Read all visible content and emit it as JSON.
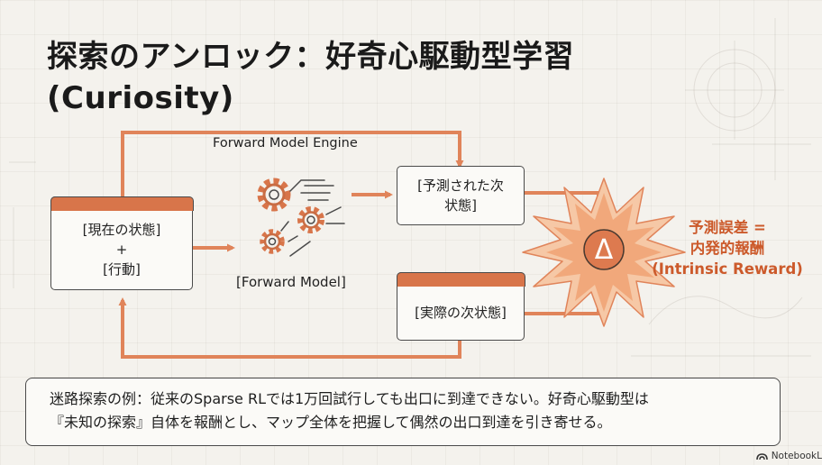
{
  "title": {
    "line1": "探索のアンロック：好奇心駆動型学習",
    "line2": "(Curiosity)"
  },
  "diagram": {
    "engine_label": "Forward Model Engine",
    "model_label": "[Forward Model]",
    "current_state": "[現在の状態]\n+\n[行動]",
    "predicted_state": "[予測された次\n状態]",
    "actual_state": "[実際の次状態]",
    "delta_symbol": "Δ",
    "reward_line1": "予測誤差 =",
    "reward_line2": "内発的報酬",
    "reward_line3": "(Intrinsic Reward)"
  },
  "note": {
    "line1": "迷路探索の例：従来のSparse RLでは1万回試行しても出口に到達できない。好奇心駆動型は",
    "line2": "『未知の探索』自体を報酬とし、マップ全体を把握して偶然の出口到達を引き寄せる。"
  },
  "brand": {
    "name": "NotebookL",
    "icon": "notebooklm-logo-icon"
  },
  "colors": {
    "accent": "#d8754a",
    "accent_text": "#cc5a2b",
    "arrow": "#e0845a",
    "background": "#f4f2ed",
    "box_fill": "#fbfaf7",
    "delta_fill": "#dd7a4f"
  },
  "icons": [
    "gear-cluster-icon",
    "burst-icon"
  ]
}
